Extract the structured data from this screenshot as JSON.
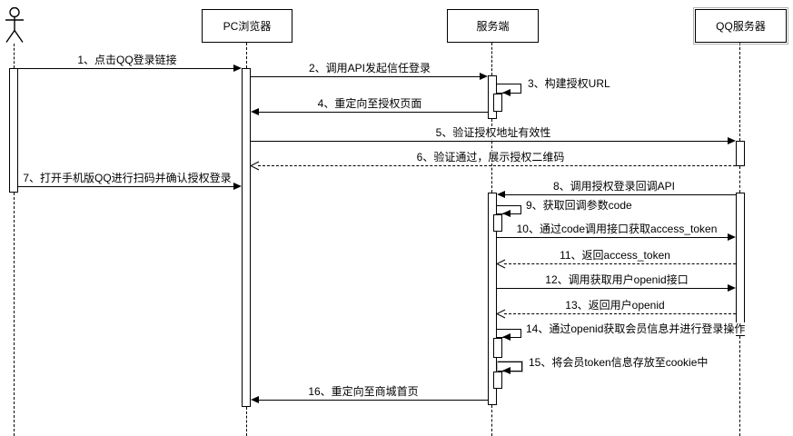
{
  "diagram": {
    "type": "uml-sequence",
    "title": "QQ trusted-login sequence",
    "colors": {
      "line": "#000000",
      "background": "#ffffff",
      "highlight": "#b3b3b3"
    },
    "participants": [
      {
        "id": "user",
        "kind": "actor",
        "label": ""
      },
      {
        "id": "pc-browser",
        "kind": "object",
        "label": "PC浏览器"
      },
      {
        "id": "server",
        "kind": "object",
        "label": "服务端"
      },
      {
        "id": "qq-server",
        "kind": "object",
        "label": "QQ服务器"
      }
    ],
    "messages": [
      {
        "num": "1",
        "label": "1、点击QQ登录链接",
        "from": "user",
        "to": "pc-browser",
        "line": "solid"
      },
      {
        "num": "2",
        "label": "2、调用API发起信任登录",
        "from": "pc-browser",
        "to": "server",
        "line": "solid"
      },
      {
        "num": "3",
        "label": "3、构建授权URL",
        "from": "server",
        "to": "server",
        "line": "solid"
      },
      {
        "num": "4",
        "label": "4、重定向至授权页面",
        "from": "server",
        "to": "pc-browser",
        "line": "solid"
      },
      {
        "num": "5",
        "label": "5、验证授权地址有效性",
        "from": "pc-browser",
        "to": "qq-server",
        "line": "solid"
      },
      {
        "num": "6",
        "label": "6、验证通过，展示授权二维码",
        "from": "qq-server",
        "to": "pc-browser",
        "line": "dashed"
      },
      {
        "num": "7",
        "label": "7、打开手机版QQ进行扫码并确认授权登录",
        "from": "user",
        "to": "pc-browser",
        "line": "solid"
      },
      {
        "num": "8",
        "label": "8、调用授权登录回调API",
        "from": "qq-server",
        "to": "server",
        "line": "solid"
      },
      {
        "num": "9",
        "label": "9、获取回调参数code",
        "from": "server",
        "to": "server",
        "line": "solid"
      },
      {
        "num": "10",
        "label": "10、通过code调用接口获取access_token",
        "from": "server",
        "to": "qq-server",
        "line": "solid"
      },
      {
        "num": "11",
        "label": "11、返回access_token",
        "from": "qq-server",
        "to": "server",
        "line": "dashed"
      },
      {
        "num": "12",
        "label": "12、调用获取用户openid接口",
        "from": "server",
        "to": "qq-server",
        "line": "solid"
      },
      {
        "num": "13",
        "label": "13、返回用户openid",
        "from": "qq-server",
        "to": "server",
        "line": "dashed"
      },
      {
        "num": "14",
        "label": "14、通过openid获取会员信息并进行登录操作",
        "from": "server",
        "to": "server",
        "line": "solid"
      },
      {
        "num": "15",
        "label": "15、将会员token信息存放至cookie中",
        "from": "server",
        "to": "server",
        "line": "solid"
      },
      {
        "num": "16",
        "label": "16、重定向至商城首页",
        "from": "server",
        "to": "pc-browser",
        "line": "solid"
      }
    ]
  }
}
